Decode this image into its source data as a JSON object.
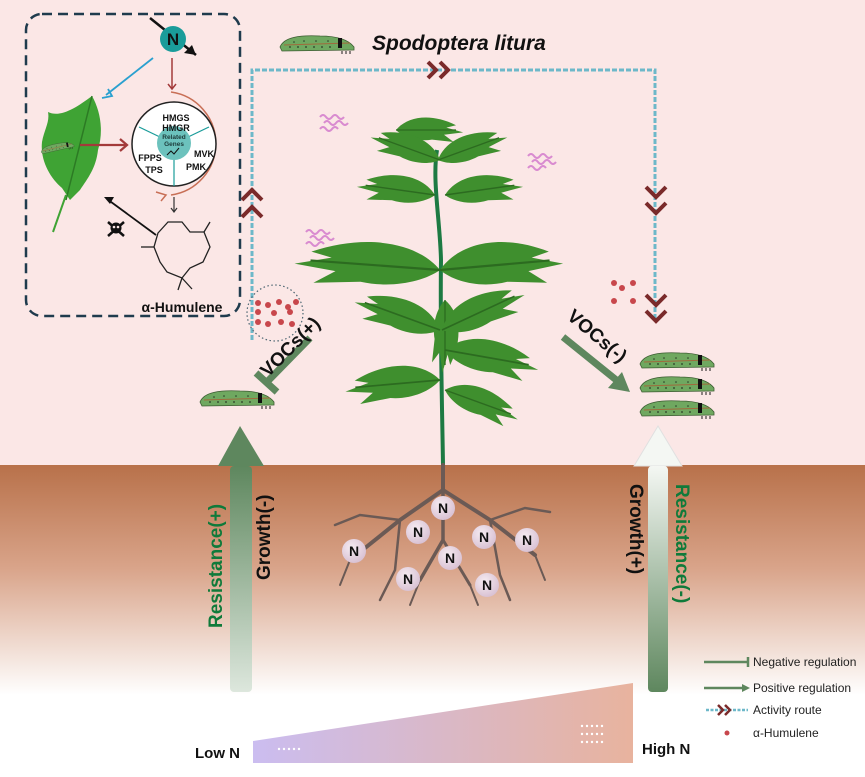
{
  "title": "Spodoptera litura",
  "inset": {
    "nutrient_symbol": "N",
    "gene_wheel": {
      "center_label_line1": "Related",
      "center_label_line2": "Genes",
      "genes_top": [
        "HMGS",
        "HMGR"
      ],
      "genes_right": [
        "MVK",
        "PMK"
      ],
      "genes_left": [
        "FPPS",
        "TPS"
      ]
    },
    "compound_label": "α-Humulene",
    "toxicity_icon": "skull-crossbones-icon"
  },
  "left_side": {
    "vocs_label": "VOCs(+)",
    "vocs_effect": "negative",
    "resistance_label": "Resistance(+)",
    "growth_label": "Growth(-)",
    "caterpillar_count": 1
  },
  "right_side": {
    "vocs_label": "VOCs(-)",
    "vocs_effect": "positive",
    "resistance_label": "Resistance(-)",
    "growth_label": "Growth(+)",
    "caterpillar_count": 3
  },
  "roots": {
    "nutrient_symbol": "N",
    "nutrient_count": 8
  },
  "nitrogen_gradient": {
    "low_label": "Low N",
    "high_label": "High N"
  },
  "legend": [
    {
      "key": "negative",
      "label": "Negative regulation"
    },
    {
      "key": "positive",
      "label": "Positive regulation"
    },
    {
      "key": "route",
      "label": "Activity route"
    },
    {
      "key": "humulene",
      "label": "α-Humulene"
    }
  ],
  "colors": {
    "sky": "#fbe7e6",
    "soil_top": "#b8714a",
    "regulation_green": "#5e875e",
    "route_blue": "#6db8c9",
    "chevron_red": "#7a2a2a",
    "humulene_red": "#c8474c",
    "resistance_text": "#0f7a3a",
    "inset_border": "#1f3b4d",
    "teal": "#1a9c9a",
    "gene_teal": "#6cc2bd",
    "voc_wave": "#d98bd0",
    "gradient_low": "#cbbdf0",
    "gradient_high": "#e8b39e"
  }
}
